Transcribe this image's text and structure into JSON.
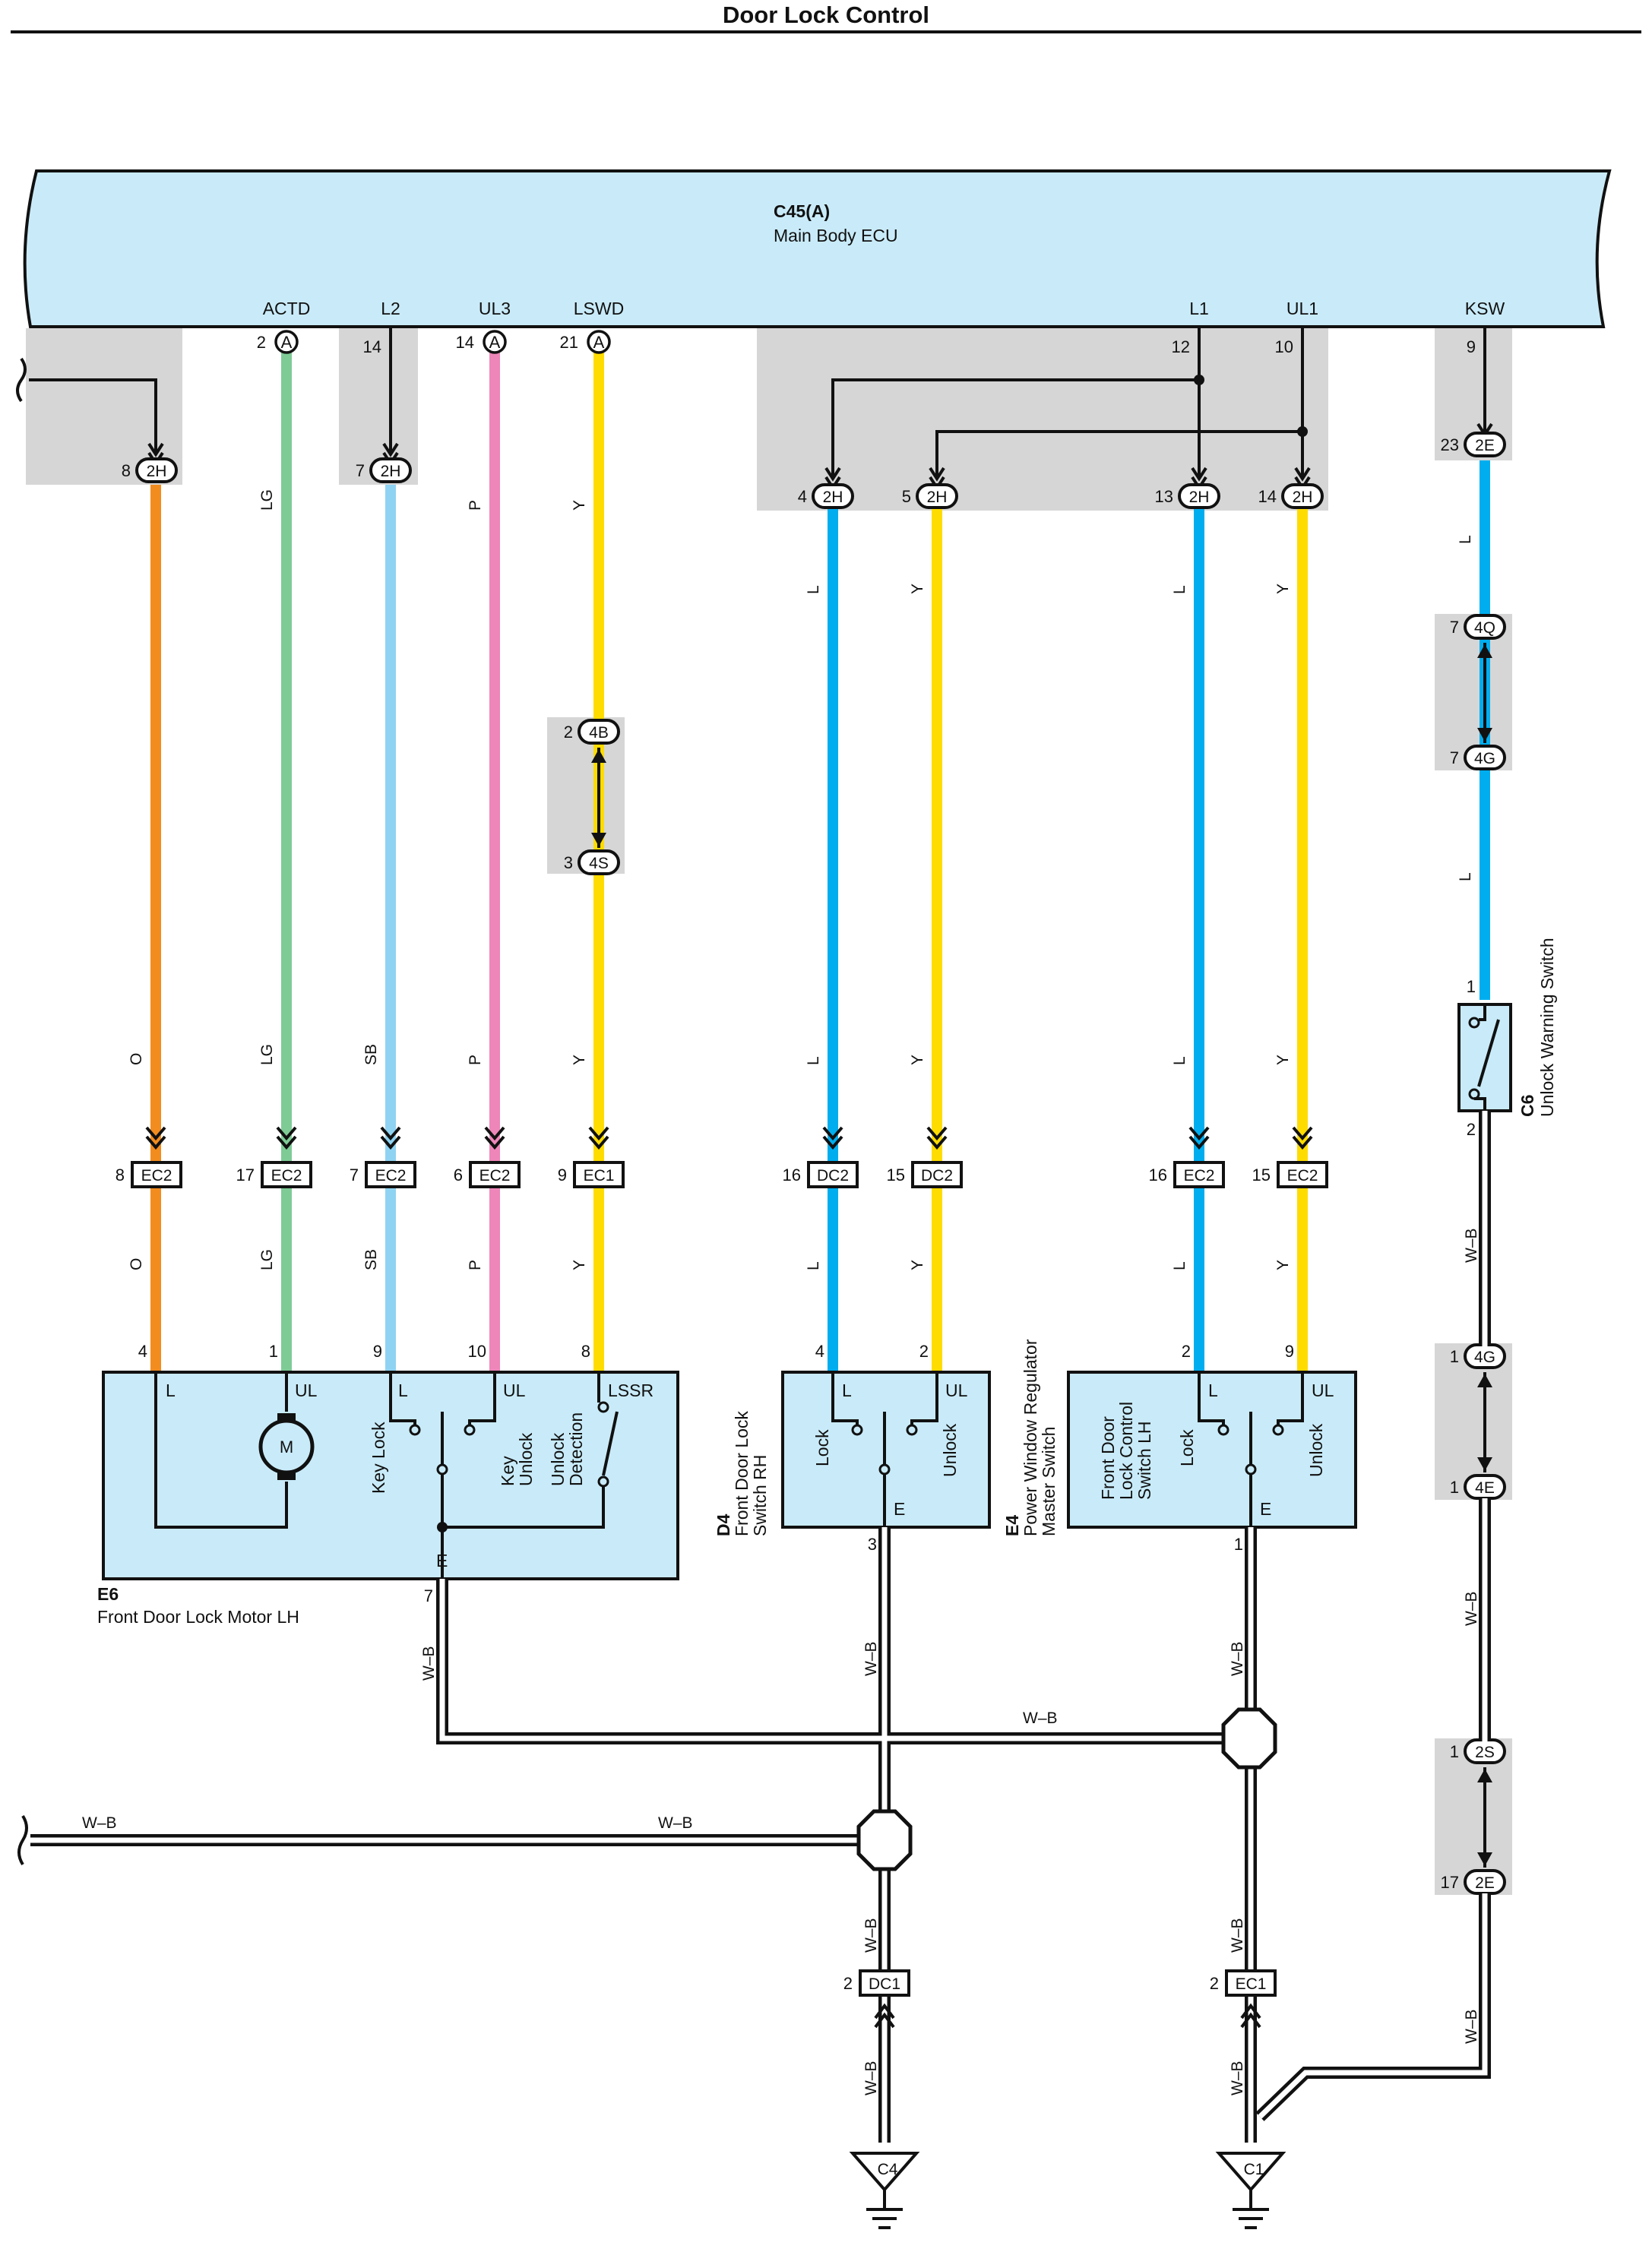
{
  "title": "Door Lock Control",
  "ecu": {
    "code": "C45(A)",
    "name": "Main Body ECU",
    "terminals": {
      "actd": {
        "name": "ACTD",
        "pin": "2",
        "conn": "A"
      },
      "l2": {
        "name": "L2",
        "pin": "14"
      },
      "ul3": {
        "name": "UL3",
        "pin": "14",
        "conn": "A"
      },
      "lswd": {
        "name": "LSWD",
        "pin": "21",
        "conn": "A"
      },
      "l1": {
        "name": "L1",
        "pin": "12"
      },
      "ul1": {
        "name": "UL1",
        "pin": "10"
      },
      "ksw": {
        "name": "KSW",
        "pin": "9"
      }
    }
  },
  "colors": {
    "O": "#f28c1f",
    "LG": "#7ecb96",
    "SB": "#8fd3f2",
    "P": "#ee86b9",
    "Y": "#ffdc00",
    "L": "#00aeef",
    "body": "#c9ebf9",
    "shade": "#d6d6d6"
  },
  "wire_codes": {
    "O": "O",
    "LG": "LG",
    "SB": "SB",
    "P": "P",
    "Y": "Y",
    "L": "L",
    "WB": "W–B"
  },
  "junctions": {
    "j_2h_8": {
      "pin": "8",
      "conn": "2H"
    },
    "j_2h_7": {
      "pin": "7",
      "conn": "2H"
    },
    "j_2h_4": {
      "pin": "4",
      "conn": "2H"
    },
    "j_2h_5": {
      "pin": "5",
      "conn": "2H"
    },
    "j_2h_13": {
      "pin": "13",
      "conn": "2H"
    },
    "j_2h_14": {
      "pin": "14",
      "conn": "2H"
    },
    "j_2e_23": {
      "pin": "23",
      "conn": "2E"
    },
    "j_4q_7": {
      "pin": "7",
      "conn": "4Q"
    },
    "j_4g_7": {
      "pin": "7",
      "conn": "4G"
    },
    "j_4b_2": {
      "pin": "2",
      "conn": "4B"
    },
    "j_4s_3": {
      "pin": "3",
      "conn": "4S"
    },
    "j_4g_1": {
      "pin": "1",
      "conn": "4G"
    },
    "j_4e_1": {
      "pin": "1",
      "conn": "4E"
    },
    "j_2s_1": {
      "pin": "1",
      "conn": "2S"
    },
    "j_2e_17": {
      "pin": "17",
      "conn": "2E"
    }
  },
  "connectors": {
    "ec2_8": {
      "pin": "8",
      "code": "EC2"
    },
    "ec2_17": {
      "pin": "17",
      "code": "EC2"
    },
    "ec2_7": {
      "pin": "7",
      "code": "EC2"
    },
    "ec2_6": {
      "pin": "6",
      "code": "EC2"
    },
    "ec1_9": {
      "pin": "9",
      "code": "EC1"
    },
    "dc2_16": {
      "pin": "16",
      "code": "DC2"
    },
    "dc2_15": {
      "pin": "15",
      "code": "DC2"
    },
    "ec2_16": {
      "pin": "16",
      "code": "EC2"
    },
    "ec2_15": {
      "pin": "15",
      "code": "EC2"
    },
    "dc1_2": {
      "pin": "2",
      "code": "DC1"
    },
    "ec1_2": {
      "pin": "2",
      "code": "EC1"
    }
  },
  "e6": {
    "code": "E6",
    "name": "Front Door Lock Motor LH",
    "pins": {
      "p4": "4",
      "p1": "1",
      "p9": "9",
      "p10": "10",
      "p8": "8",
      "p7": "7"
    },
    "terms": {
      "l": "L",
      "ul": "UL",
      "l2": "L",
      "ul2": "UL",
      "lssr": "LSSR",
      "e": "E",
      "m": "M"
    },
    "labels": {
      "key_lock": "Key Lock",
      "key_unlock_1": "Key",
      "key_unlock_2": "Unlock",
      "unlock_det_1": "Unlock",
      "unlock_det_2": "Detection"
    }
  },
  "d4": {
    "code": "D4",
    "name_lines": [
      "Front Door Lock",
      "Switch RH"
    ],
    "pins": {
      "p4": "4",
      "p2": "2",
      "p3": "3"
    },
    "terms": {
      "l": "L",
      "ul": "UL",
      "e": "E"
    },
    "labels": {
      "lock": "Lock",
      "unlock": "Unlock"
    }
  },
  "e4": {
    "code": "E4",
    "name_lines": [
      "Power Window Regulator",
      "Master Switch"
    ],
    "pins": {
      "p2": "2",
      "p9": "9",
      "p1": "1"
    },
    "terms": {
      "l": "L",
      "ul": "UL",
      "e": "E"
    },
    "labels": {
      "sub1": "Front Door",
      "sub2": "Lock Control",
      "sub3": "Switch LH",
      "lock": "Lock",
      "unlock": "Unlock"
    }
  },
  "c6": {
    "code": "C6",
    "name": "Unlock Warning Switch",
    "pins": {
      "p1": "1",
      "p2": "2"
    }
  },
  "grounds": {
    "c4": "C4",
    "c1": "C1"
  }
}
